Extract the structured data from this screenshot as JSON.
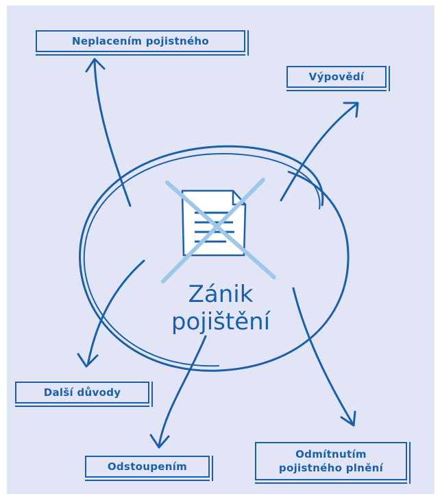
{
  "center": {
    "line1": "Zánik",
    "line2": "pojištění"
  },
  "nodes": {
    "neplacenim": "Neplacením pojistného",
    "vypovedi": "Výpovědí",
    "dalsi": "Další důvody",
    "odstoupenim": "Odstoupením",
    "odmitnutim_1": "Odmítnutím",
    "odmitnutim_2": "pojistného plnění"
  },
  "colors": {
    "ink": "#1a5fa8",
    "background": "#e1e5f6",
    "cross": "#9ec7ea"
  }
}
